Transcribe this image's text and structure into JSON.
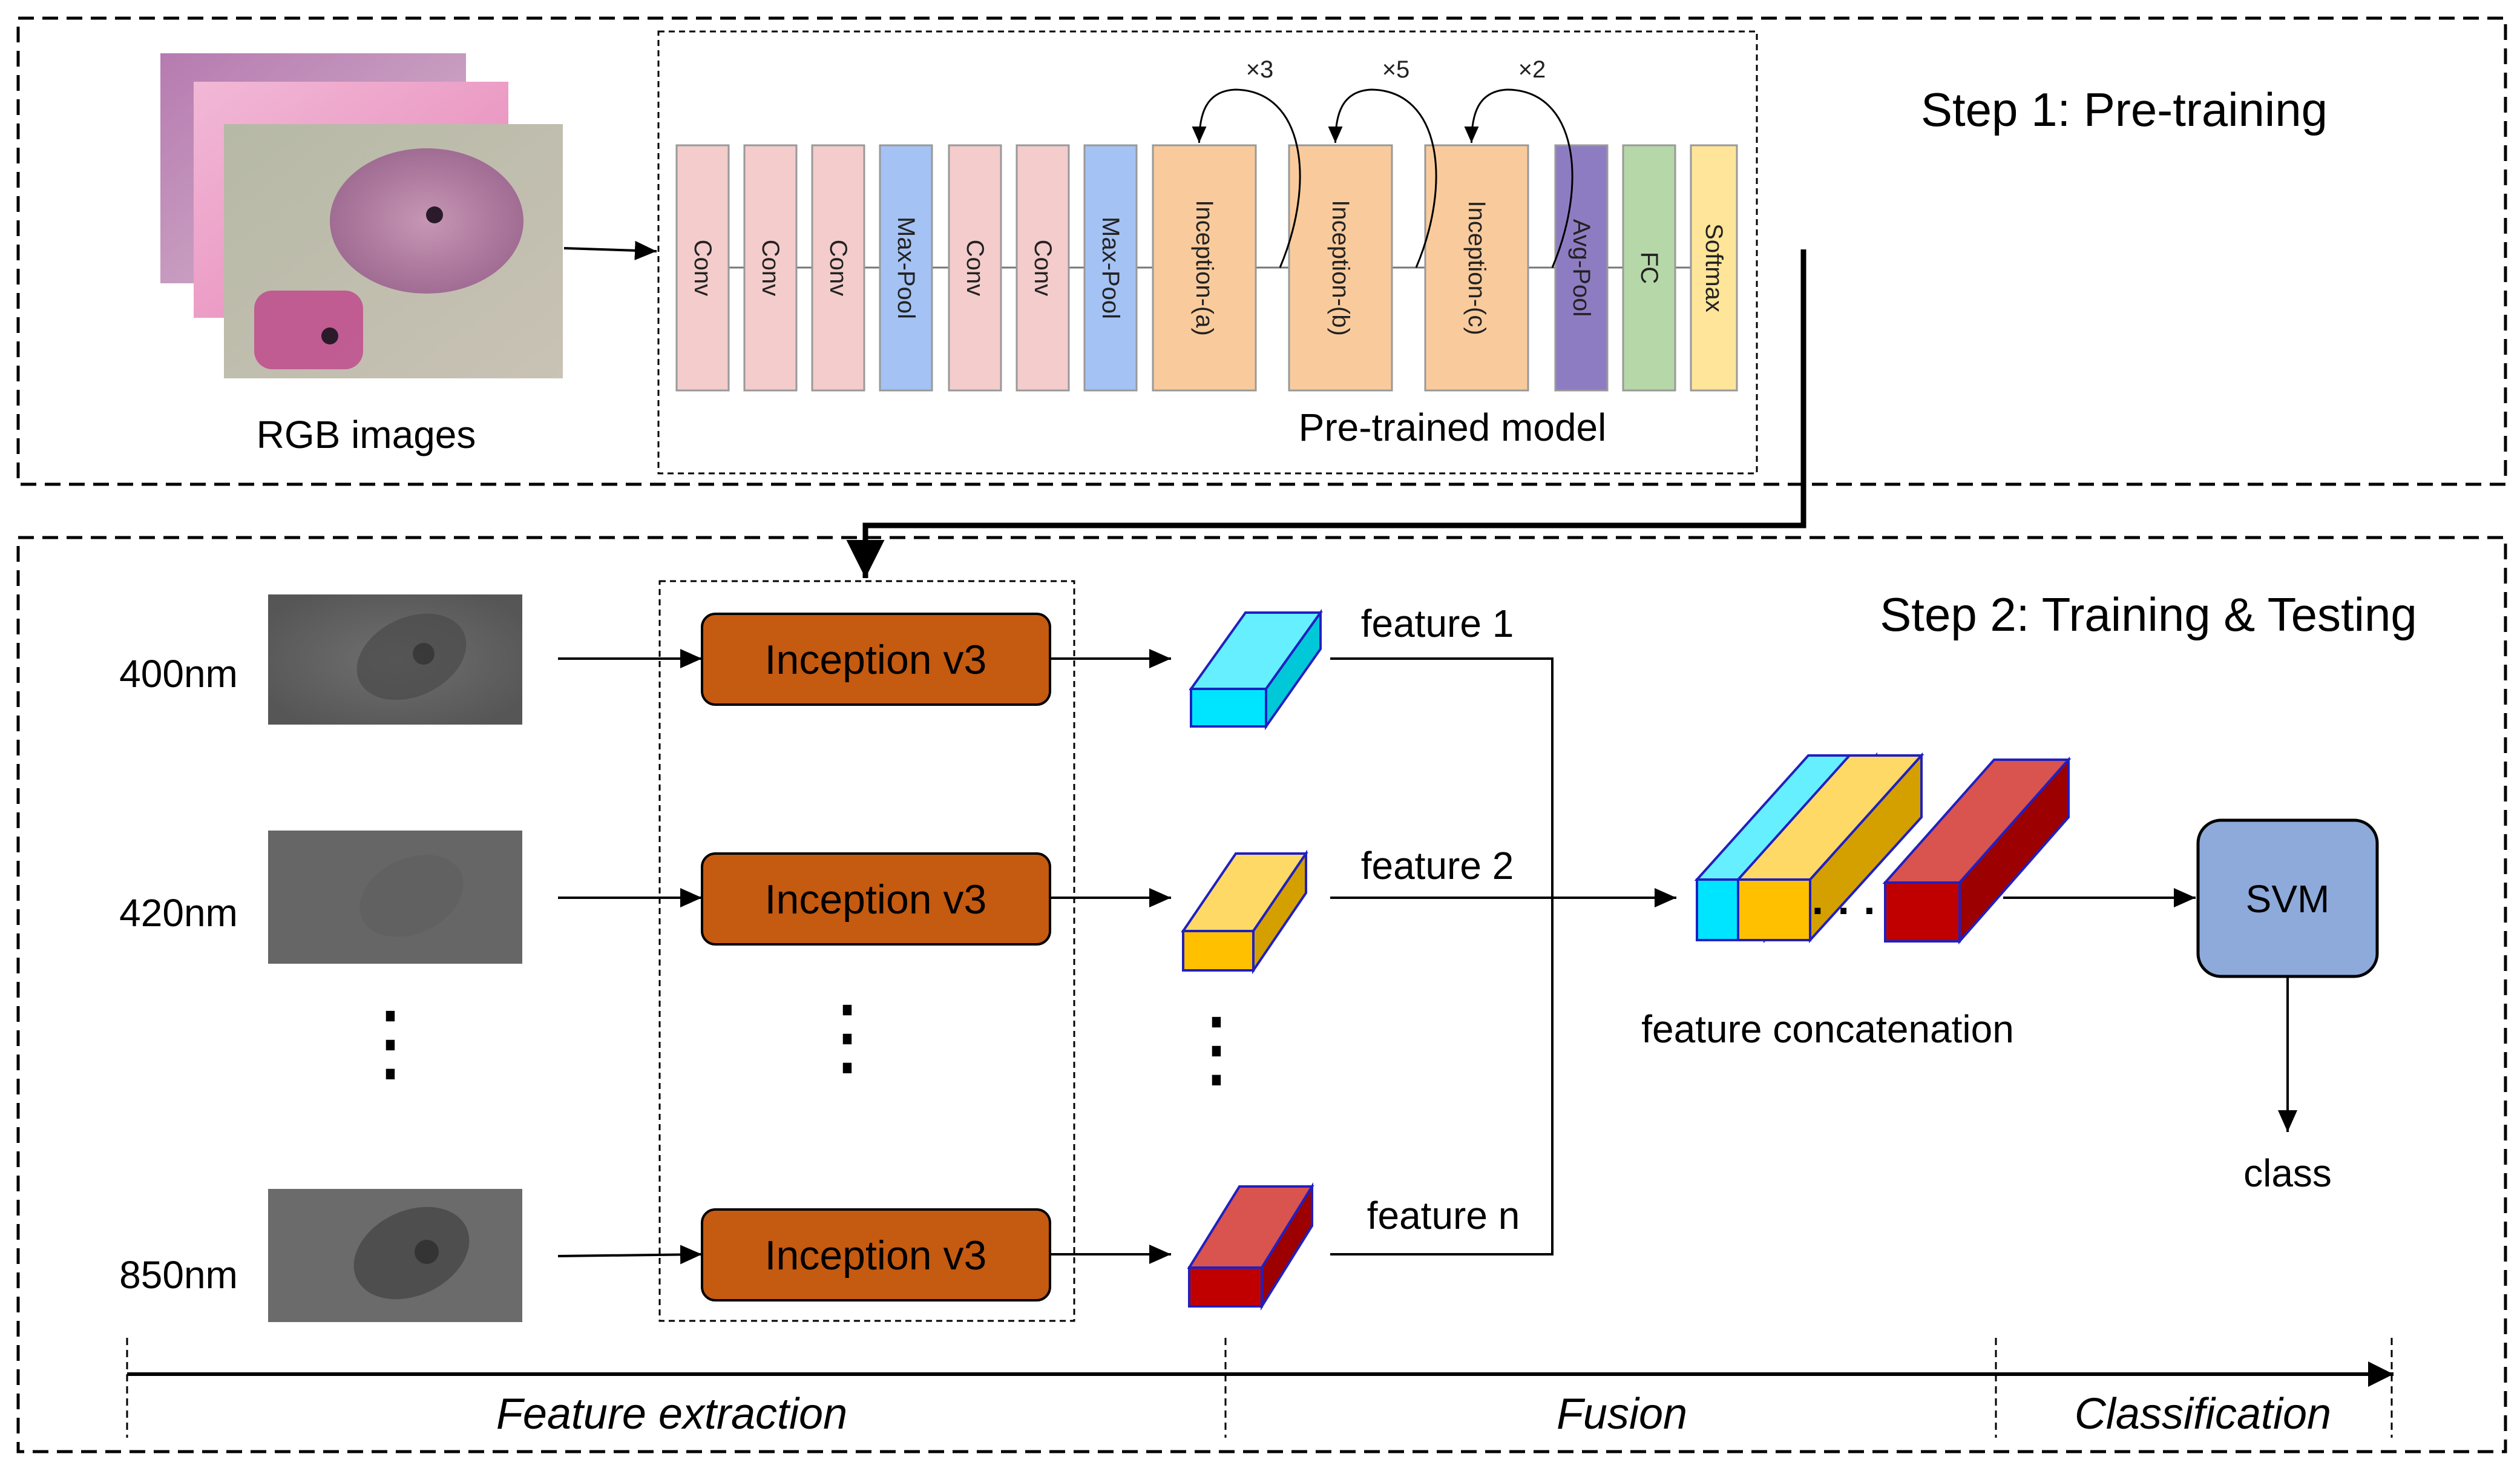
{
  "step1": {
    "title": "Step 1: Pre-training",
    "rgb_label": "RGB images",
    "model_label": "Pre-trained model",
    "layers": [
      "Conv",
      "Conv",
      "Conv",
      "Max-Pool",
      "Conv",
      "Conv",
      "Max-Pool",
      "Inception-(a)",
      "Inception-(b)",
      "Inception-(c)",
      "Avg-Pool",
      "FC",
      "Softmax"
    ],
    "repeats": [
      "×3",
      "×5",
      "×2"
    ]
  },
  "step2": {
    "title": "Step 2: Training & Testing",
    "wavelengths": [
      "400nm",
      "420nm",
      "850nm"
    ],
    "extractor_label": "Inception v3",
    "features": [
      "feature 1",
      "feature 2",
      "feature n"
    ],
    "concat_label": "feature concatenation",
    "classifier_label": "SVM",
    "output_label": "class",
    "ellipsis": "⋮",
    "hellipsis": "· · ·"
  },
  "stages": [
    "Feature extraction",
    "Fusion",
    "Classification"
  ],
  "colors": {
    "conv": "#f4cccc",
    "pool": "#a4c2f4",
    "inception": "#f9cb9c",
    "avgpool": "#8e7cc3",
    "fc": "#b6d7a8",
    "softmax": "#ffe599",
    "extractor": "#c55a11",
    "svm": "#8eaadb",
    "cube_cyan": "#00e5ff",
    "cube_yellow": "#ffc000",
    "cube_red": "#c00000"
  }
}
